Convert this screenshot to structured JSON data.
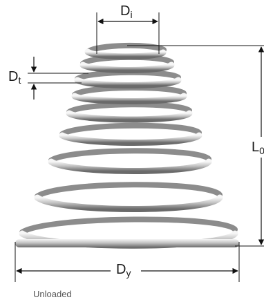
{
  "labels": {
    "inner_diameter": {
      "main": "D",
      "sub": "i"
    },
    "wire_thickness": {
      "main": "D",
      "sub": "t"
    },
    "free_length": {
      "main": "L",
      "sub": "0"
    },
    "outer_diameter": {
      "main": "D",
      "sub": "y"
    }
  },
  "caption": "Unloaded",
  "colors": {
    "line": "#111111",
    "coil_light": "#f4f4f4",
    "coil_mid": "#b9b9b9",
    "coil_dark": "#6d6d6d"
  }
}
